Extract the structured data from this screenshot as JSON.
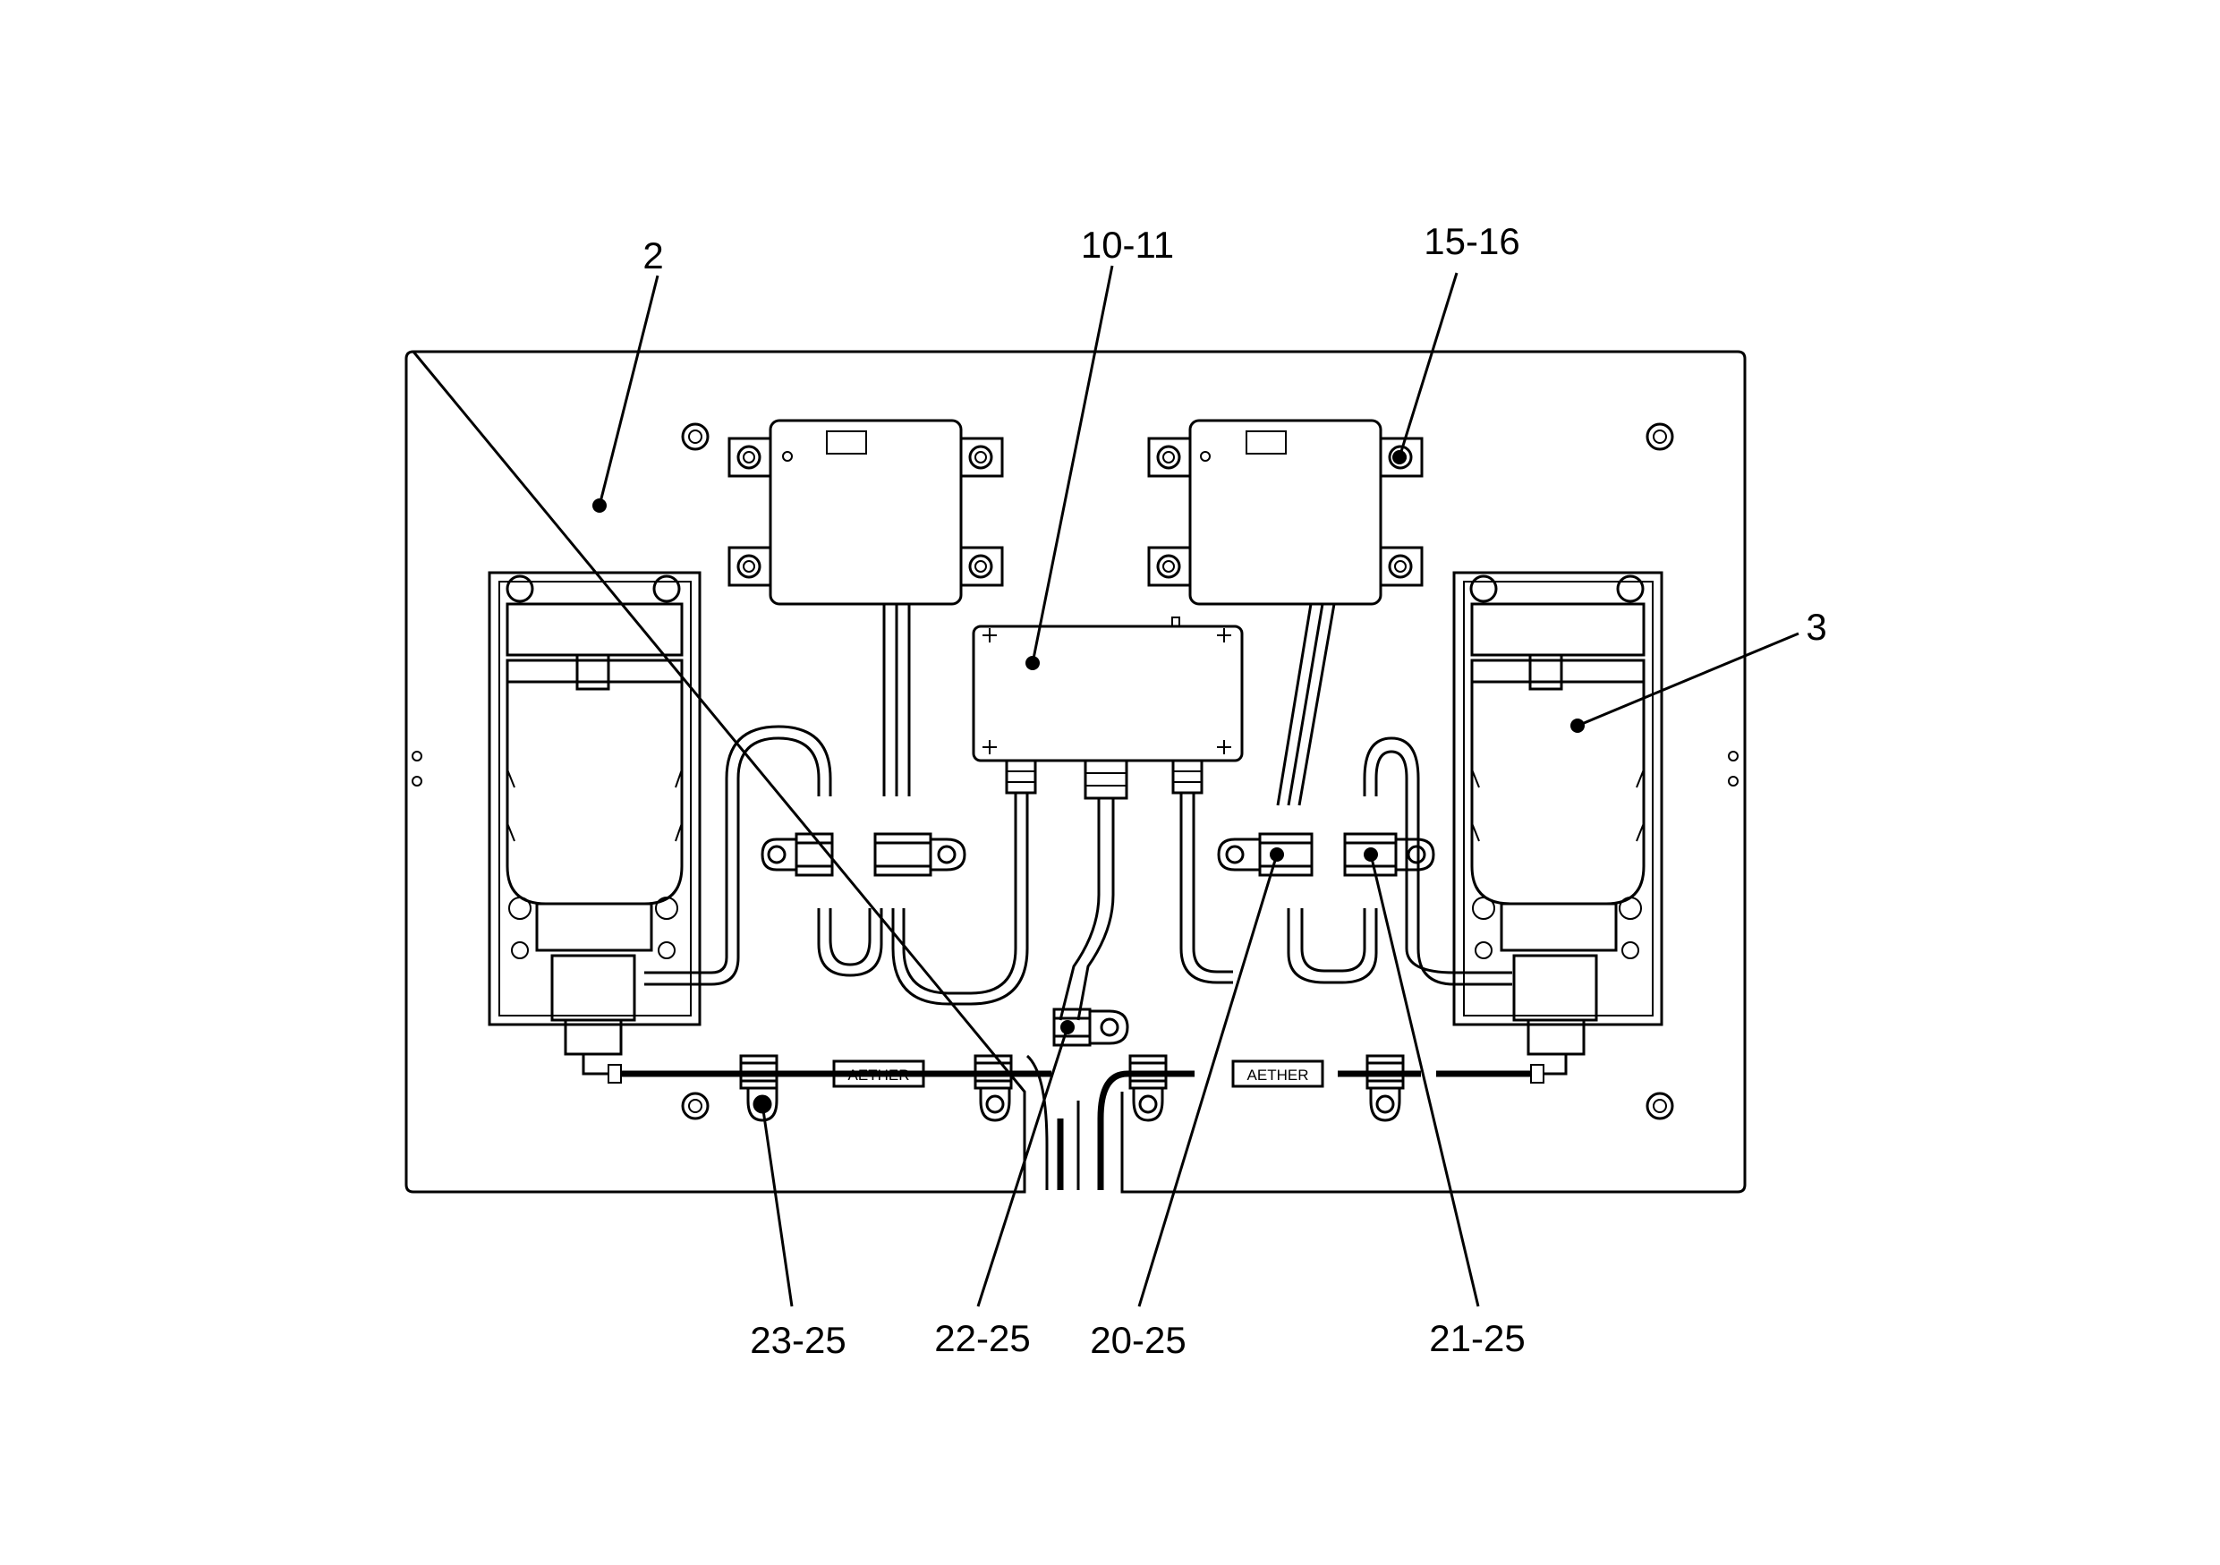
{
  "diagram": {
    "callouts": {
      "plate": "2",
      "junction_box": "10-11",
      "fastener": "15-16",
      "pump": "3",
      "clamp_a": "23-25",
      "clamp_b": "22-25",
      "clamp_c": "20-25",
      "clamp_d": "21-25"
    },
    "hose_tags": {
      "left": "AETHER",
      "right": "AETHER"
    }
  }
}
